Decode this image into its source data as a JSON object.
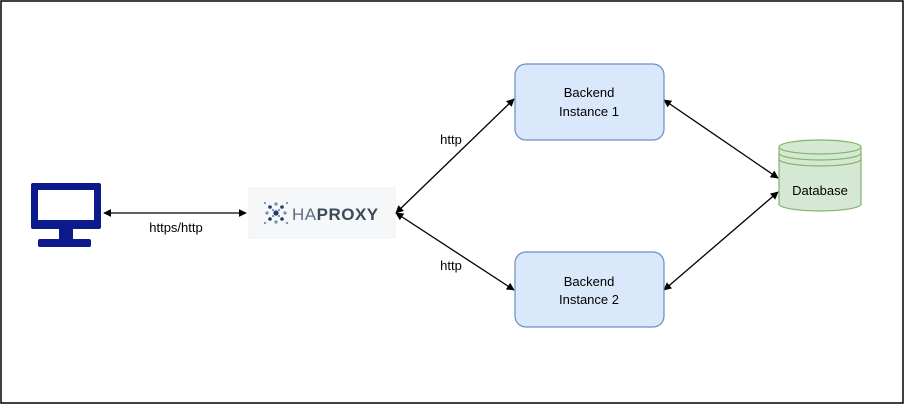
{
  "diagram": {
    "client": {
      "icon": "desktop-monitor-icon"
    },
    "proxy": {
      "logo_text": "HAPROXY",
      "logo_prefix": "HA",
      "logo_suffix": "PROXY",
      "icon": "haproxy-logo-icon"
    },
    "backend_1": {
      "line1": "Backend",
      "line2": "Instance 1"
    },
    "backend_2": {
      "line1": "Backend",
      "line2": "Instance 2"
    },
    "database": {
      "label": "Database",
      "icon": "database-cylinder-icon"
    },
    "edges": {
      "client_proxy": "https/http",
      "proxy_backend_1": "http",
      "proxy_backend_2": "http"
    }
  },
  "colors": {
    "monitor": "#0d1a8c",
    "backend_fill": "#dae8fc",
    "backend_stroke": "#6c8ebf",
    "database_fill": "#d5e8d4",
    "database_stroke": "#82b366",
    "proxy_text": "#3c4a57",
    "proxy_logo_dark": "#1f3e63",
    "proxy_logo_light": "#6f8fb0",
    "edge": "#000000"
  }
}
